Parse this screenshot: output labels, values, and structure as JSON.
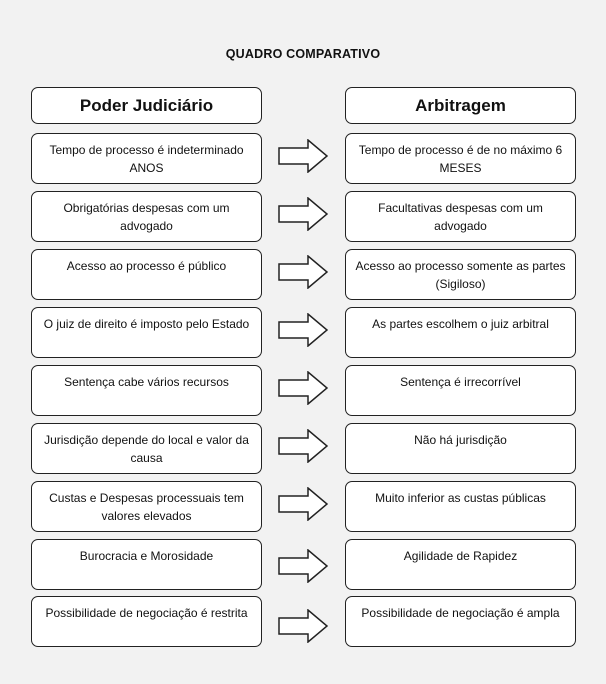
{
  "title": "QUADRO COMPARATIVO",
  "headers": {
    "left": "Poder Judiciário",
    "right": "Arbitragem"
  },
  "rows": [
    {
      "left": "Tempo de processo é indeterminado ANOS",
      "right": "Tempo de processo é de no máximo 6 MESES"
    },
    {
      "left": "Obrigatórias despesas com um advogado",
      "right": "Facultativas despesas com um advogado"
    },
    {
      "left": "Acesso ao processo é público",
      "right": "Acesso ao processo somente as partes (Sigiloso)"
    },
    {
      "left": "O juiz de direito é imposto pelo Estado",
      "right": "As partes escolhem o juiz arbitral"
    },
    {
      "left": "Sentença cabe vários recursos",
      "right": "Sentença é irrecorrível"
    },
    {
      "left": "Jurisdição depende do local e valor da causa",
      "right": "Não há jurisdição"
    },
    {
      "left": "Custas e Despesas processuais tem valores elevados",
      "right": "Muito inferior as custas públicas"
    },
    {
      "left": "Burocracia e Morosidade",
      "right": "Agilidade de Rapidez"
    },
    {
      "left": "Possibilidade de negociação é restrita",
      "right": "Possibilidade de negociação é ampla"
    }
  ]
}
